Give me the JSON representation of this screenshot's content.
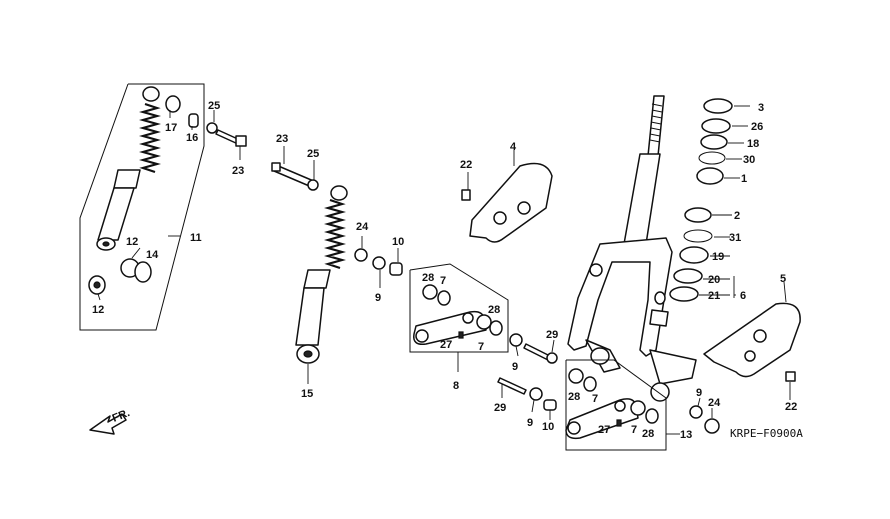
{
  "diagram_code": "KRPE−F0900A",
  "front_indicator": "FR.",
  "callouts": {
    "c1": "1",
    "c2": "2",
    "c3": "3",
    "c4": "4",
    "c5": "5",
    "c6": "6",
    "c7a": "7",
    "c7b": "7",
    "c7c": "7",
    "c7d": "7",
    "c8": "8",
    "c9a": "9",
    "c9b": "9",
    "c9c": "9",
    "c9d": "9",
    "c10a": "10",
    "c10b": "10",
    "c11": "11",
    "c12a": "12",
    "c12b": "12",
    "c13": "13",
    "c14": "14",
    "c15": "15",
    "c16": "16",
    "c17": "17",
    "c18": "18",
    "c19": "19",
    "c20": "20",
    "c21": "21",
    "c22a": "22",
    "c22b": "22",
    "c23a": "23",
    "c23b": "23",
    "c24a": "24",
    "c24b": "24",
    "c25a": "25",
    "c25b": "25",
    "c26": "26",
    "c27a": "27",
    "c27b": "27",
    "c28a": "28",
    "c28b": "28",
    "c28c": "28",
    "c28d": "28",
    "c29a": "29",
    "c29b": "29",
    "c30": "30",
    "c31": "31"
  }
}
